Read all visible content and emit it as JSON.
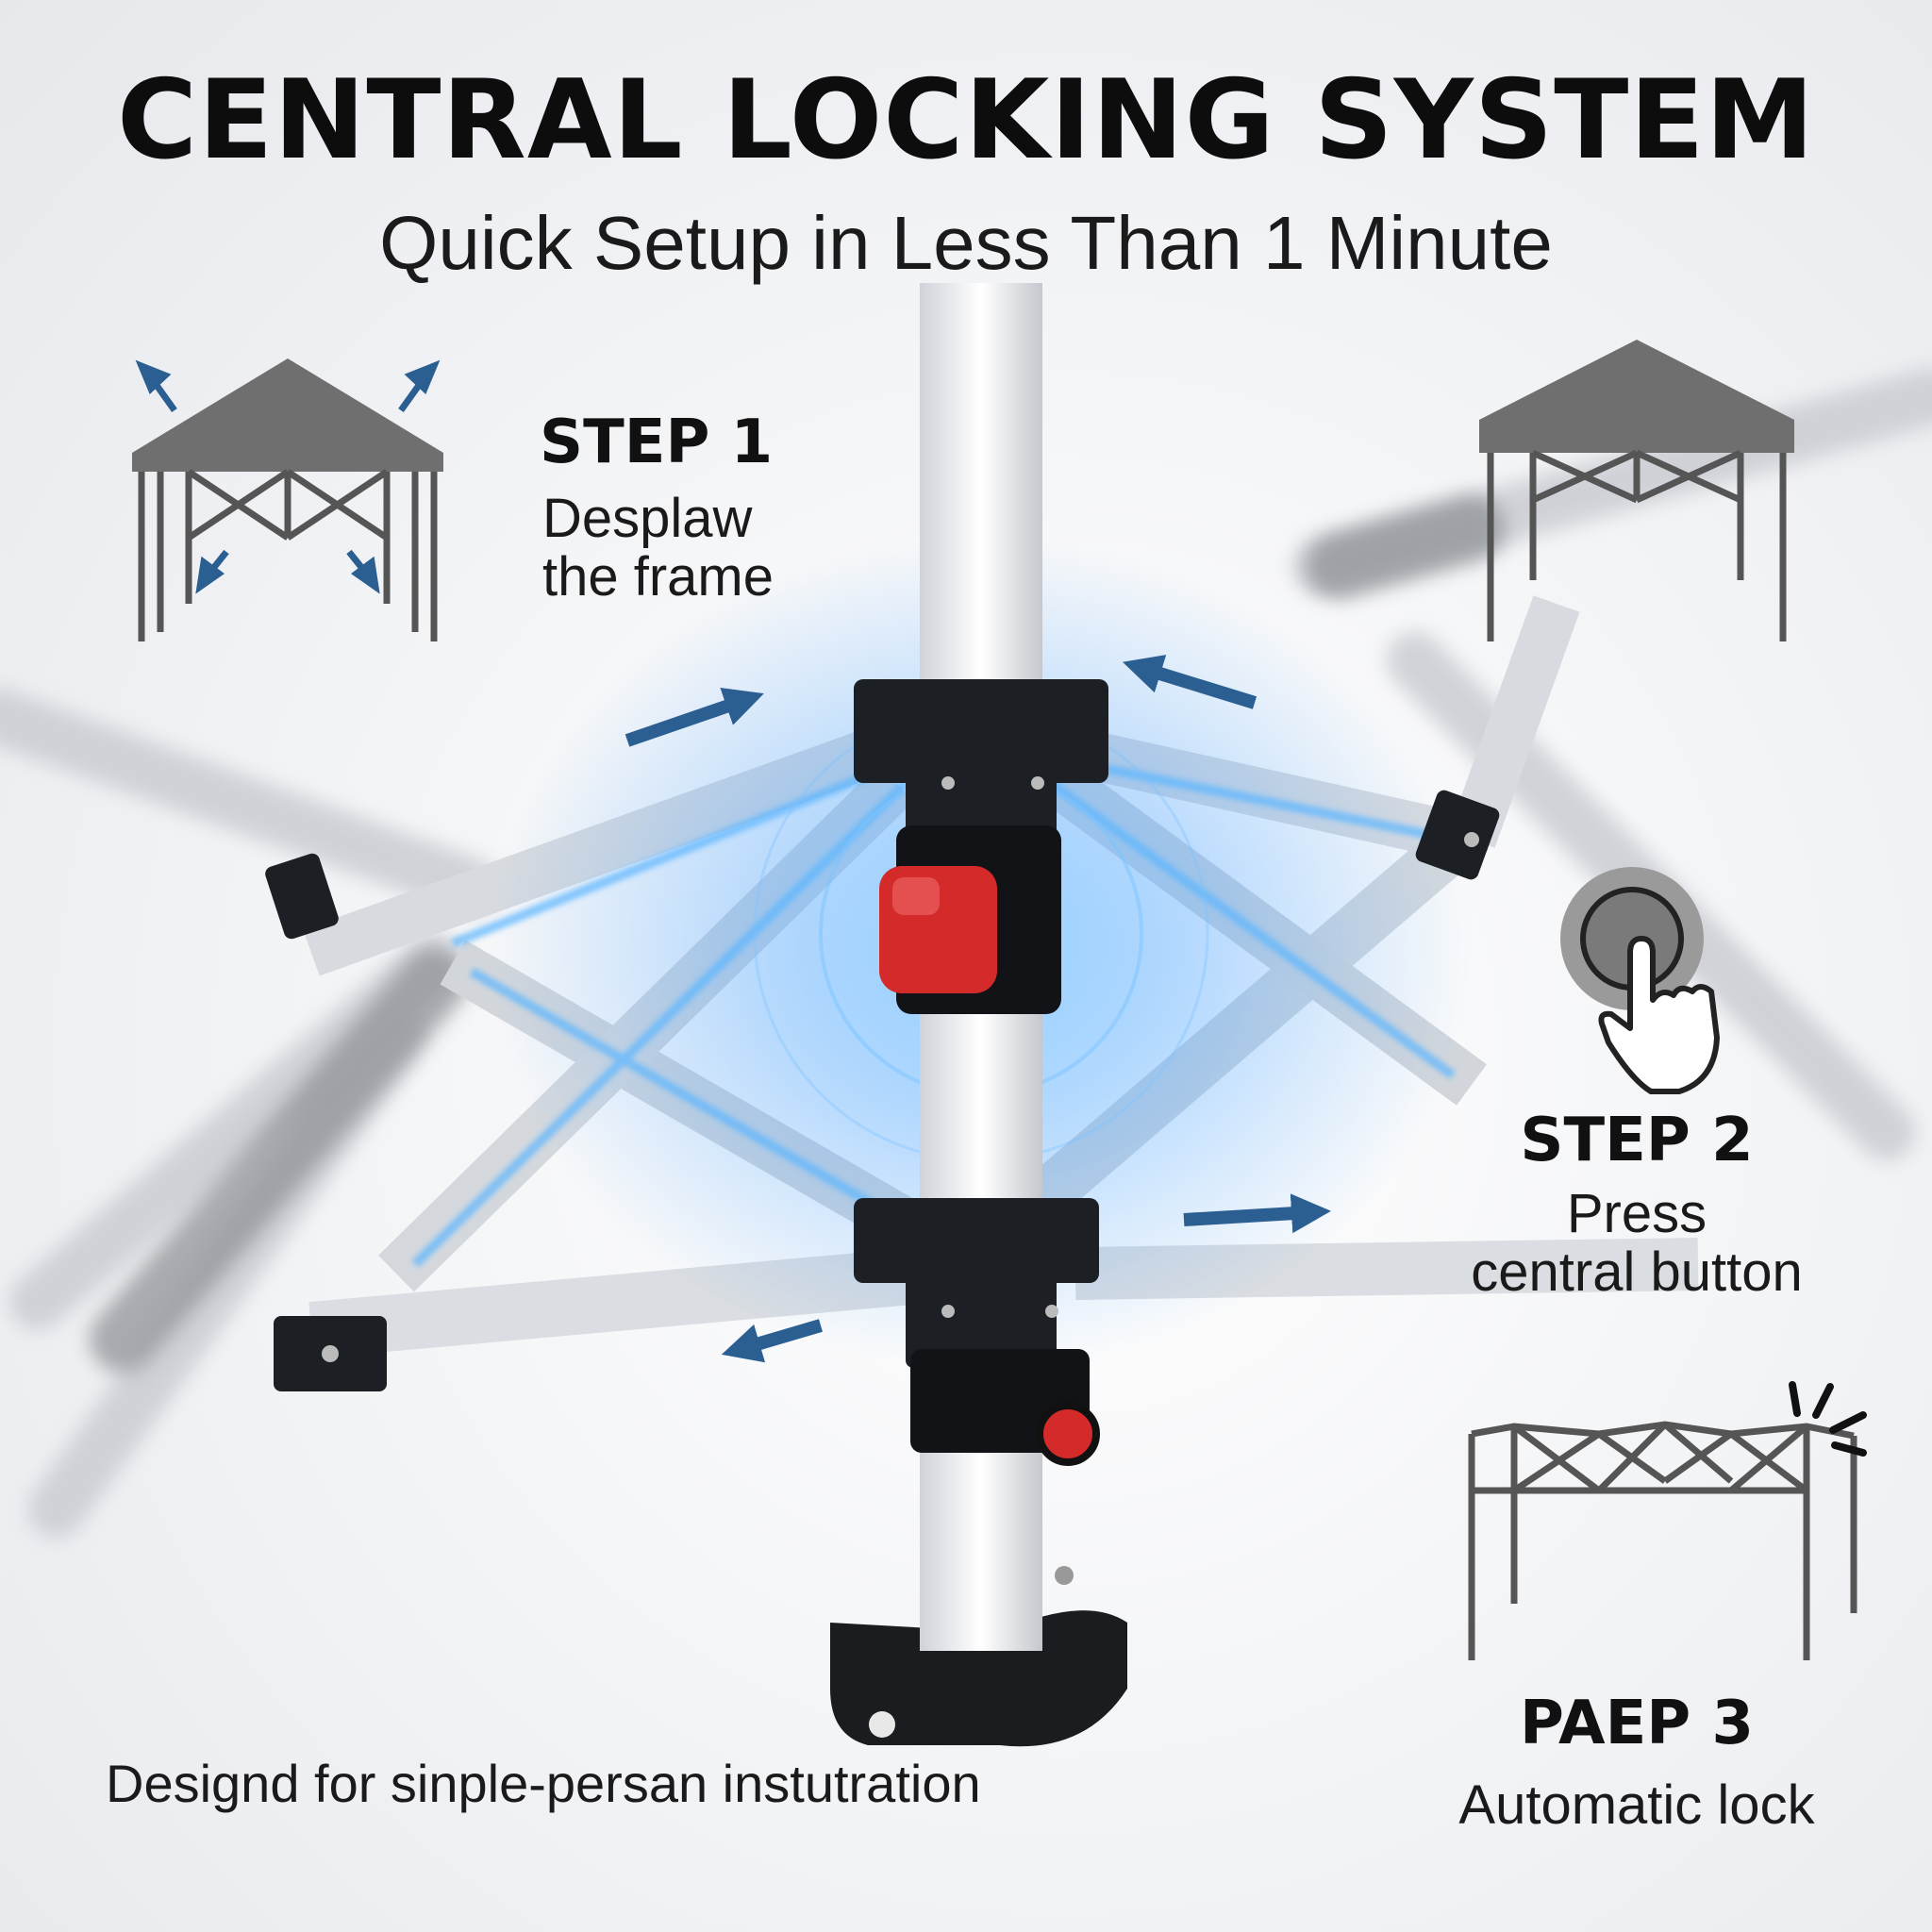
{
  "header": {
    "title": "CENTRAL LOCKING SYSTEM",
    "subtitle": "Quick Setup in Less Than 1 Minute"
  },
  "steps": [
    {
      "title": "STEP 1",
      "line1": "Desplaw",
      "line2": "the frame"
    },
    {
      "title": "STEP 2",
      "line1": "Press",
      "line2": "central button"
    },
    {
      "title": "PAEP 3",
      "line1": "Automatic lock"
    }
  ],
  "footer": {
    "text": "Designd for sinple-persan instutration"
  },
  "icons": {
    "expand": "canopy-expand-icon",
    "closed": "canopy-closed-icon",
    "press": "press-button-icon",
    "frame": "frame-lock-icon"
  },
  "colors": {
    "arrow": "#2b5f92",
    "glow": "#4aa3ff",
    "button_red": "#d42a2a",
    "bracket": "#1c1f24",
    "canopy_gray": "#6f6f6f"
  }
}
